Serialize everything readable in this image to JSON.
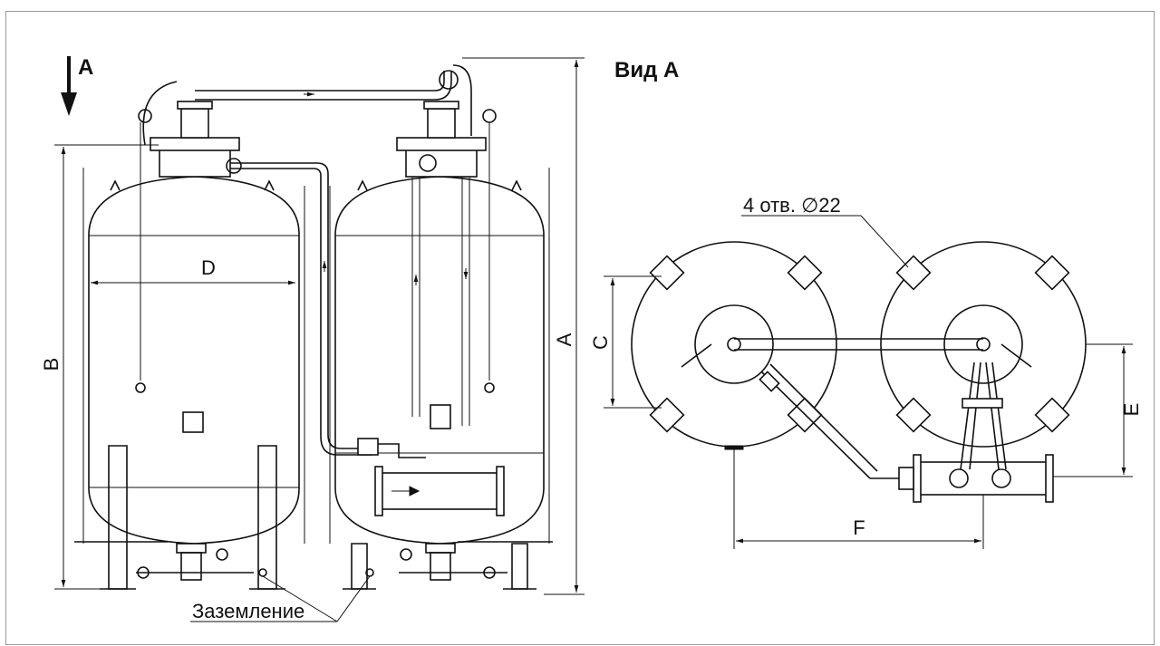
{
  "labels": {
    "view_arrow": "A",
    "view_title": "Вид А",
    "dim_a": "A",
    "dim_b": "B",
    "dim_c": "C",
    "dim_d": "D",
    "dim_e": "E",
    "dim_f": "F",
    "holes_note": "4 отв. ∅22",
    "grounding": "Заземление"
  },
  "colors": {
    "line": "#111111",
    "background": "#ffffff",
    "frame": "#9a9a9a"
  }
}
